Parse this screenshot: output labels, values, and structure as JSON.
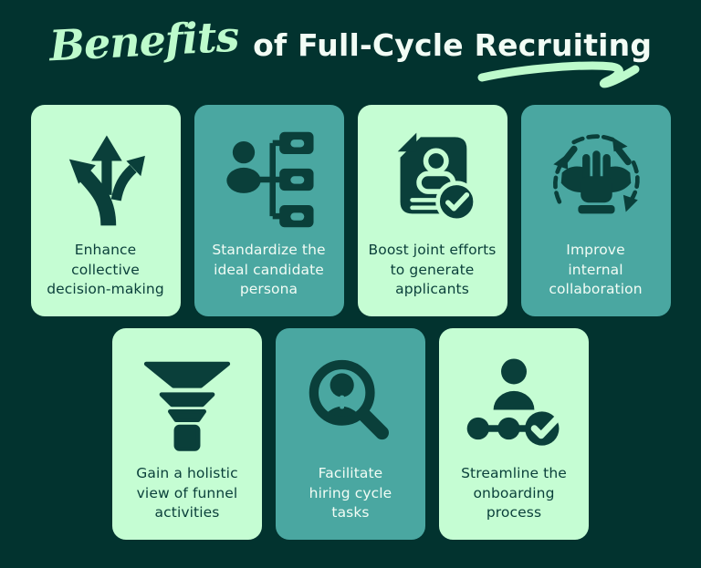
{
  "title": {
    "script_word": "Benefits",
    "rest": "of Full-Cycle Recruiting"
  },
  "colors": {
    "background": "#02332f",
    "card_mint": "#c5fdd3",
    "card_teal": "#4aa7a1",
    "ink_dark": "#0a3f3a",
    "accent_green": "#bdfbcc",
    "text_light": "#f2fcf5"
  },
  "cards": [
    {
      "label": "Enhance\ncollective\ndecision-making",
      "icon": "three-way-arrows-icon",
      "variant": "mint"
    },
    {
      "label": "Standardize the\nideal candidate\npersona",
      "icon": "org-chart-person-icon",
      "variant": "teal"
    },
    {
      "label": "Boost joint efforts\nto generate\napplicants",
      "icon": "resume-check-icon",
      "variant": "mint"
    },
    {
      "label": "Improve\ninternal\ncollaboration",
      "icon": "hands-together-cycle-icon",
      "variant": "teal"
    },
    {
      "label": "Gain a holistic\nview of funnel\nactivities",
      "icon": "funnel-icon",
      "variant": "mint"
    },
    {
      "label": "Facilitate\nhiring cycle\ntasks",
      "icon": "candidate-search-magnifier-icon",
      "variant": "teal"
    },
    {
      "label": "Streamline the\nonboarding\nprocess",
      "icon": "onboarding-steps-check-icon",
      "variant": "mint"
    }
  ]
}
